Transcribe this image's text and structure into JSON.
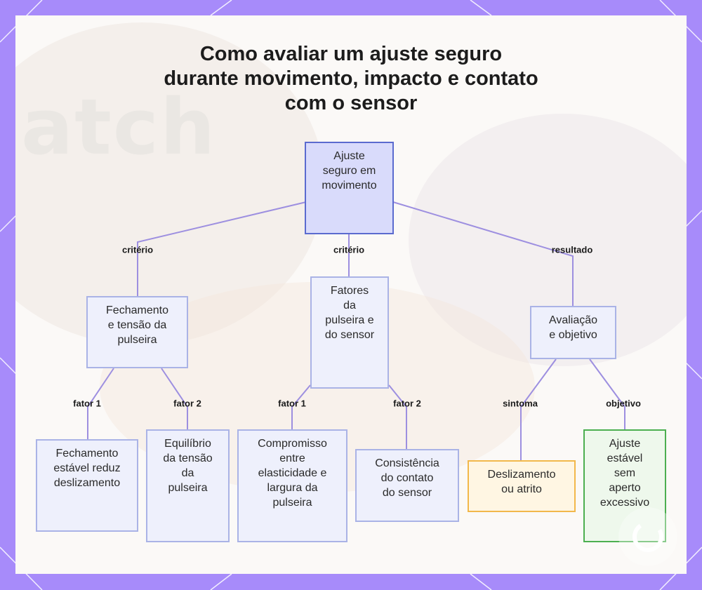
{
  "title": {
    "line1": "Como avaliar um ajuste seguro",
    "line2": "durante movimento, impacto e contato",
    "line3": "com o sensor"
  },
  "nodes": {
    "root": "Ajuste\nseguro em\nmovimento",
    "closure": "Fechamento\ne tensão da\npulseira",
    "band_factors": "Fatores\nda\npulseira e\ndo sensor",
    "evaluation": "Avaliação\ne objetivo",
    "stable_closure": "Fechamento\nestável reduz\ndeslizamento",
    "tension_balance": "Equilíbrio\nda tensão\nda\npulseira",
    "compromise": "Compromisso\nentre\nelasticidade e\nlargura da\npulseira",
    "consistency": "Consistência\ndo contato\ndo sensor",
    "slip": "Deslizamento\nou atrito",
    "stable_fit": "Ajuste\nestável\nsem\naperto\nexcessivo"
  },
  "edge_labels": {
    "root_closure": "critério",
    "root_band": "critério",
    "root_eval": "resultado",
    "closure_stable": "fator 1",
    "closure_tension": "fator 2",
    "band_compromise": "fator 1",
    "band_consistency": "fator 2",
    "eval_slip": "sintoma",
    "eval_fit": "objetivo"
  },
  "colors": {
    "frame": "#a78bfa",
    "edge": "#9d8fe0",
    "root_fill": "#d9dbfb",
    "root_border": "#5b6bcf",
    "symptom_border": "#f2b84b",
    "goal_border": "#4caf50"
  },
  "background_text": "atch"
}
